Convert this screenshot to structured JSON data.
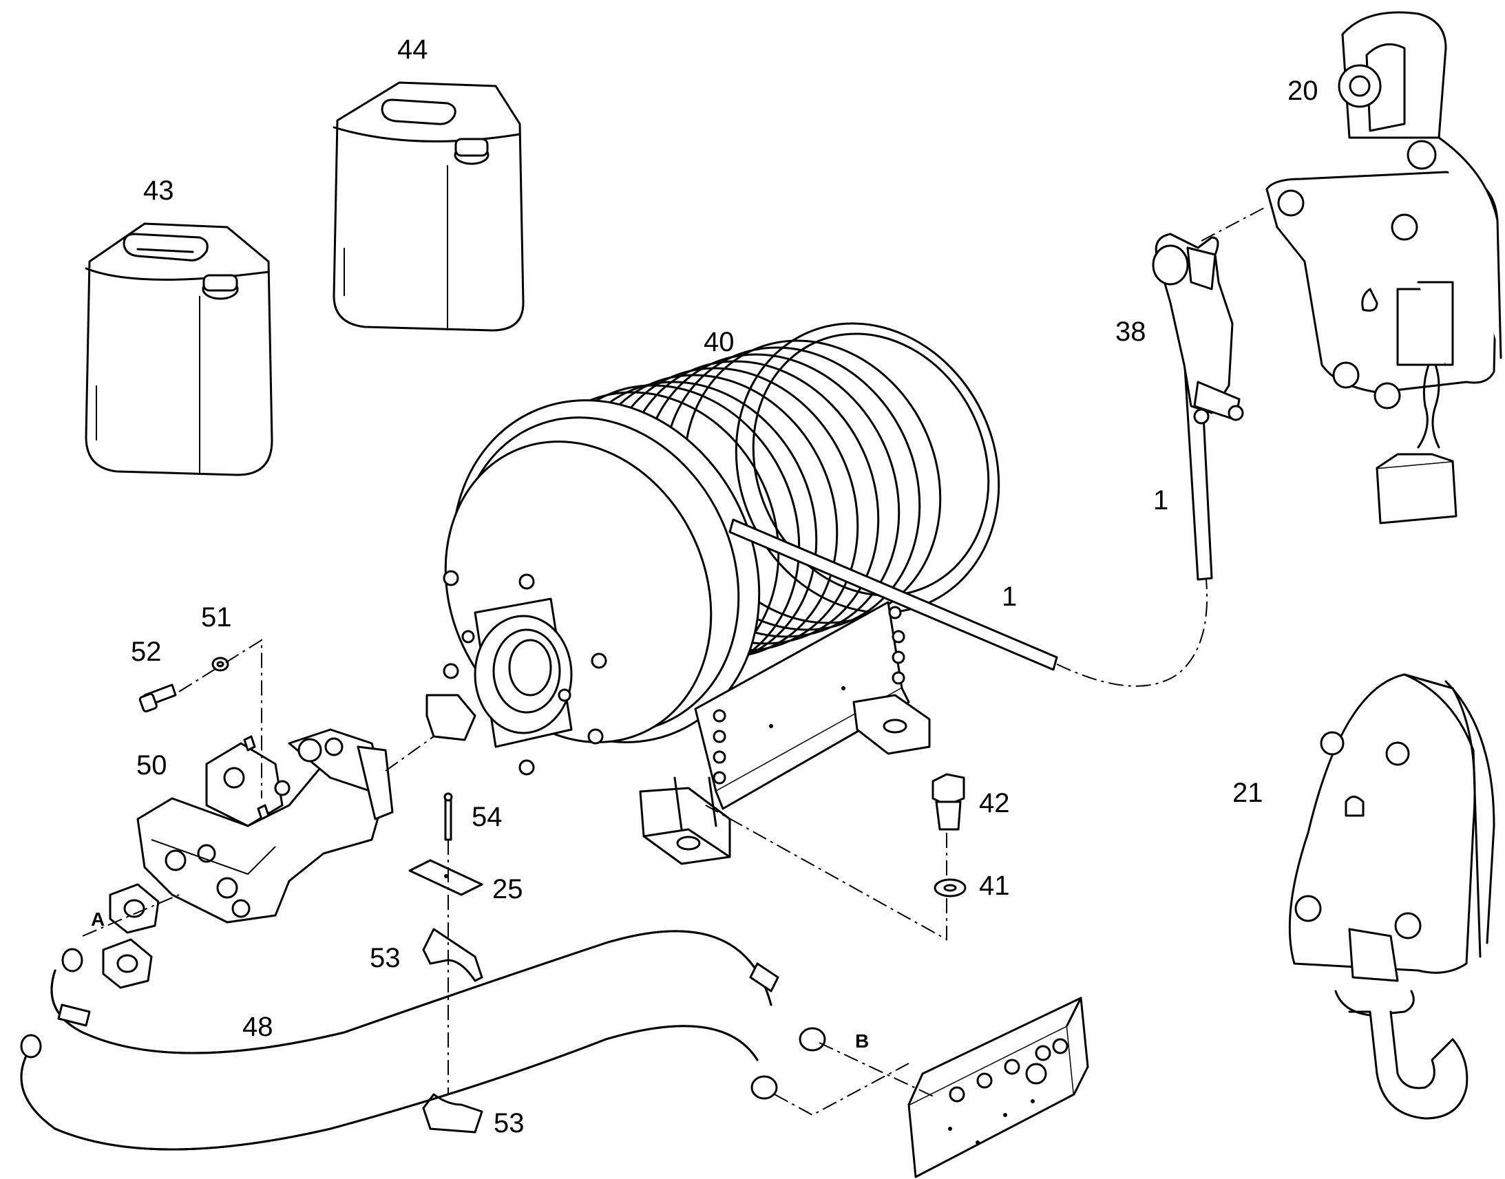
{
  "callouts": [
    {
      "id": "c44",
      "text": "44"
    },
    {
      "id": "c43",
      "text": "43"
    },
    {
      "id": "c40",
      "text": "40"
    },
    {
      "id": "c20",
      "text": "20"
    },
    {
      "id": "c38",
      "text": "38"
    },
    {
      "id": "c1a",
      "text": "1"
    },
    {
      "id": "c1b",
      "text": "1"
    },
    {
      "id": "c51",
      "text": "51"
    },
    {
      "id": "c52",
      "text": "52"
    },
    {
      "id": "c50",
      "text": "50"
    },
    {
      "id": "c54",
      "text": "54"
    },
    {
      "id": "c25",
      "text": "25"
    },
    {
      "id": "c53a",
      "text": "53"
    },
    {
      "id": "c53b",
      "text": "53"
    },
    {
      "id": "c48",
      "text": "48"
    },
    {
      "id": "c42",
      "text": "42"
    },
    {
      "id": "c41",
      "text": "41"
    },
    {
      "id": "c21",
      "text": "21"
    }
  ],
  "ports": {
    "a": "A",
    "b": "B"
  }
}
